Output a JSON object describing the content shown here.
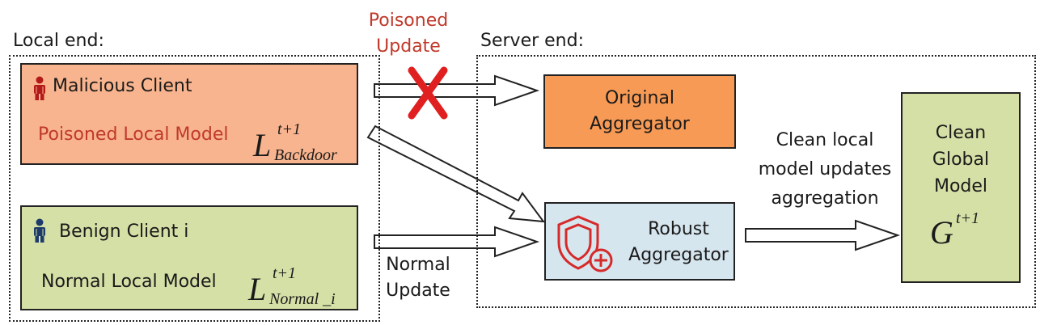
{
  "local_end": {
    "label": "Local end:"
  },
  "server_end": {
    "label": "Server end:"
  },
  "malicious_client": {
    "title": "Malicious Client",
    "model_label": "Poisoned Local Model",
    "symbol": "L",
    "superscript": "t+1",
    "subscript": "Backdoor"
  },
  "benign_client": {
    "title": "Benign Client i",
    "model_label": "Normal Local Model",
    "symbol": "L",
    "superscript": "t+1",
    "subscript": "Normal _i"
  },
  "poisoned_update": {
    "line1": "Poisoned",
    "line2": "Update"
  },
  "normal_update": {
    "line1": "Normal",
    "line2": "Update"
  },
  "original_aggregator": {
    "line1": "Original",
    "line2": "Aggregator"
  },
  "robust_aggregator": {
    "line1": "Robust",
    "line2": "Aggregator"
  },
  "aggregation_note": {
    "line1": "Clean local",
    "line2": "model updates",
    "line3": "aggregation"
  },
  "global_model": {
    "line1": "Clean",
    "line2": "Global",
    "line3": "Model",
    "symbol": "G",
    "superscript": "t+1"
  },
  "colors": {
    "malicious_fill": "#f8b48e",
    "benign_fill": "#d5e0a6",
    "original_fill": "#f79a55",
    "robust_fill": "#d6e6ef",
    "global_fill": "#d5e0a6",
    "poison_text": "#c0392b",
    "cross": "#e02020",
    "person_malicious": "#b31b1b",
    "person_benign": "#1d3a6b"
  },
  "icons": {
    "malicious_person": "person-icon",
    "benign_person": "person-icon",
    "rejected": "cross-icon",
    "robust": "shield-plus-icon"
  }
}
